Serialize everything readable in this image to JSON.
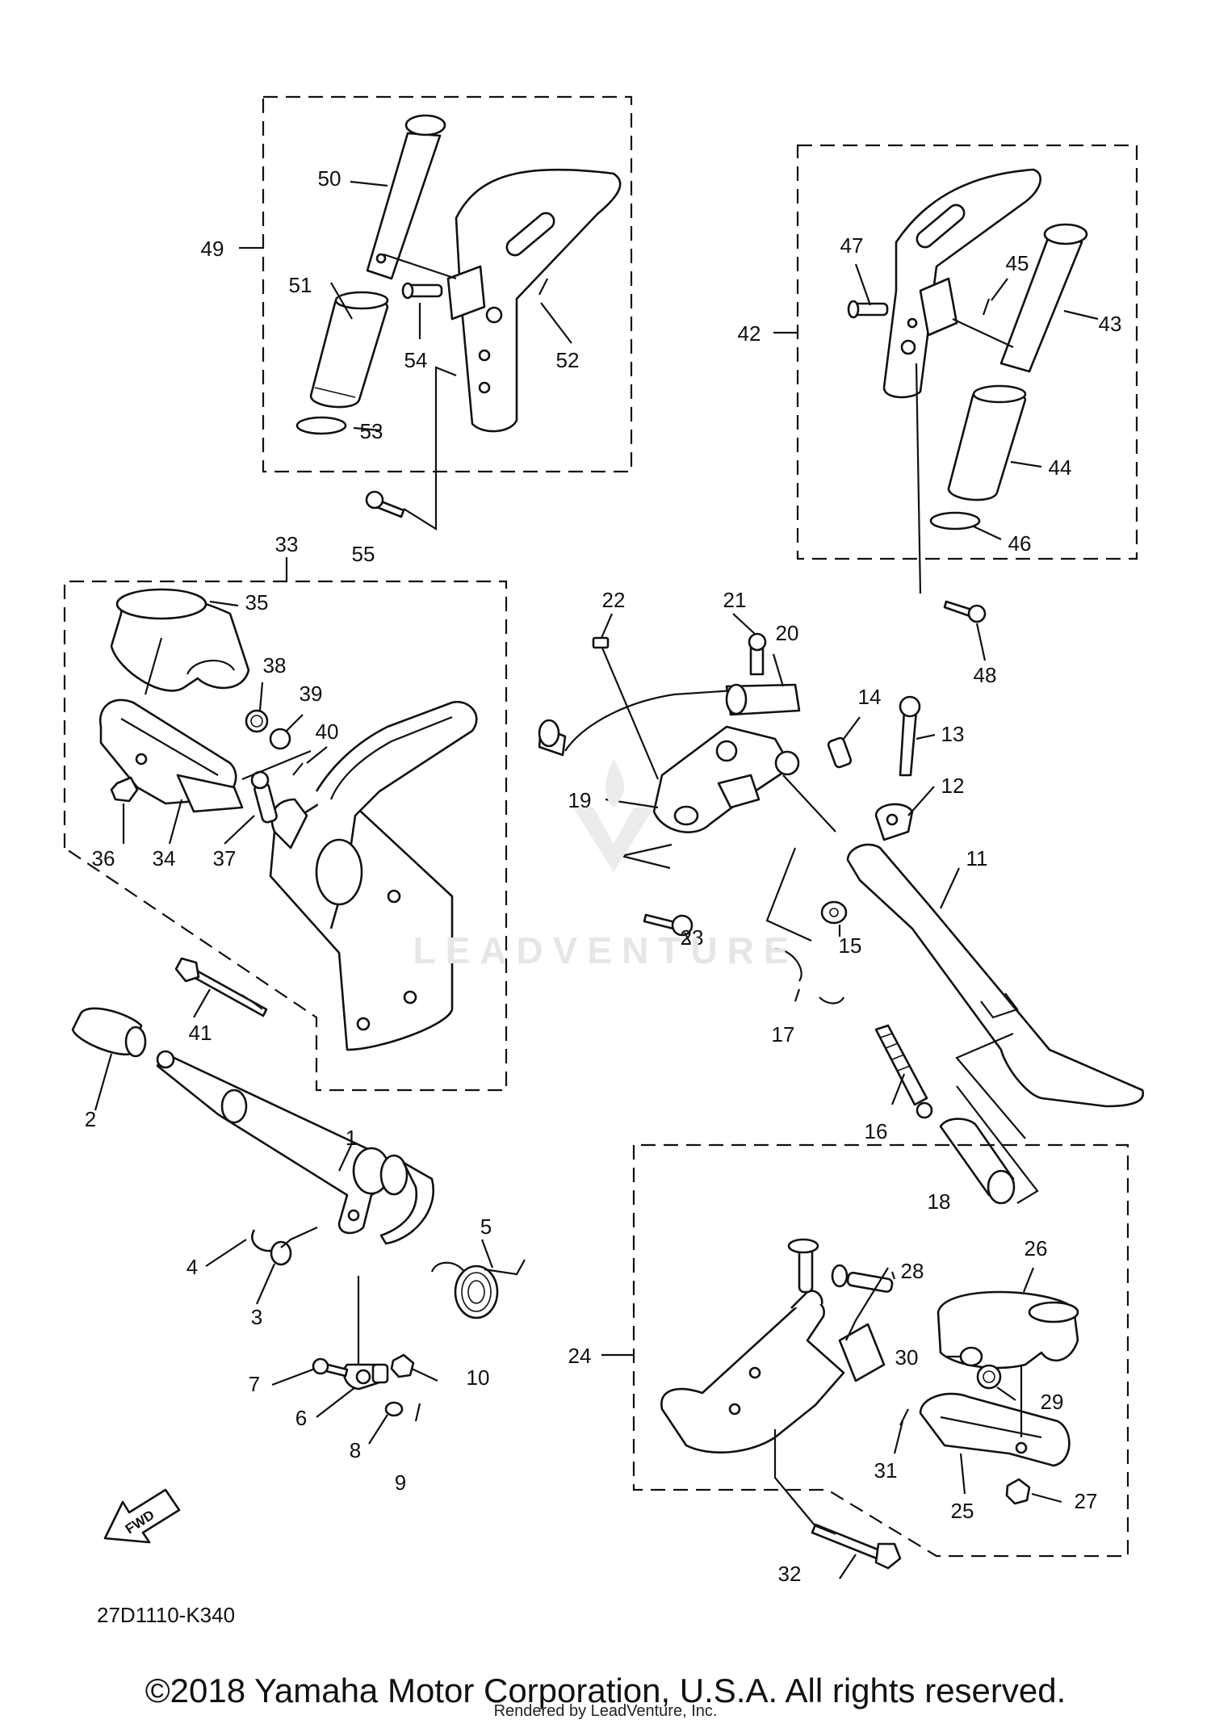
{
  "diagram": {
    "code": "27D1110-K340",
    "copyright": "©2018 Yamaha Motor Corporation, U.S.A. All rights reserved.",
    "rendered_by": "Rendered by LeadVenture, Inc.",
    "watermark": "LEADVENTURE",
    "fwd_label": "FWD"
  },
  "callouts": [
    "1",
    "2",
    "3",
    "4",
    "5",
    "6",
    "7",
    "8",
    "9",
    "10",
    "11",
    "12",
    "13",
    "14",
    "15",
    "16",
    "17",
    "18",
    "19",
    "20",
    "21",
    "22",
    "23",
    "24",
    "25",
    "26",
    "27",
    "28",
    "29",
    "30",
    "31",
    "32",
    "33",
    "34",
    "35",
    "36",
    "37",
    "38",
    "39",
    "40",
    "41",
    "42",
    "43",
    "44",
    "45",
    "46",
    "47",
    "48",
    "49",
    "50",
    "51",
    "52",
    "53",
    "54",
    "55"
  ]
}
